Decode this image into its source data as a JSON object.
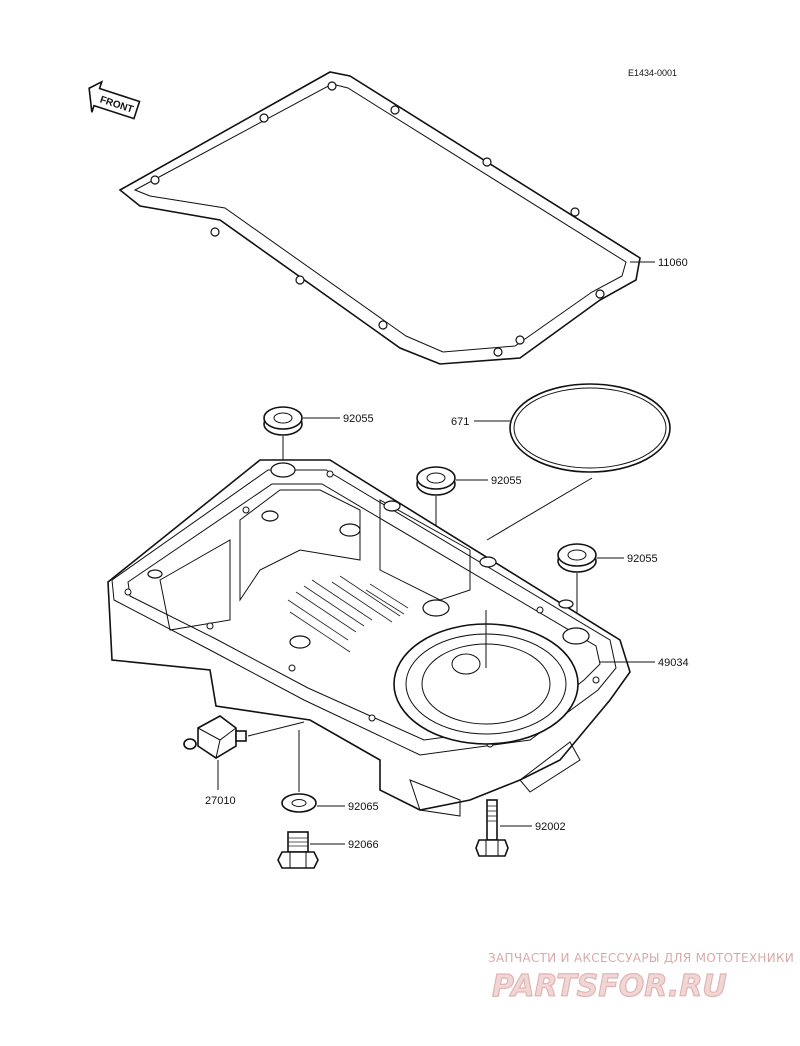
{
  "diagram": {
    "ref_code": "E1434-0001",
    "front_label": "FRONT"
  },
  "parts": [
    {
      "number": "11060",
      "name_icon": "oil-pan-gasket"
    },
    {
      "number": "671",
      "name_icon": "o-ring"
    },
    {
      "number": "92055",
      "name_icon": "collar"
    },
    {
      "number": "92055",
      "name_icon": "collar"
    },
    {
      "number": "92055",
      "name_icon": "collar"
    },
    {
      "number": "49034",
      "name_icon": "oil-pan"
    },
    {
      "number": "27010",
      "name_icon": "oil-pressure-switch"
    },
    {
      "number": "92065",
      "name_icon": "washer"
    },
    {
      "number": "92066",
      "name_icon": "drain-plug"
    },
    {
      "number": "92002",
      "name_icon": "bolt"
    }
  ],
  "watermark": {
    "line1": "ЗАПЧАСТИ И АКСЕССУАРЫ ДЛЯ МОТОТЕХНИКИ",
    "line2": "PARTSFOR.RU"
  }
}
